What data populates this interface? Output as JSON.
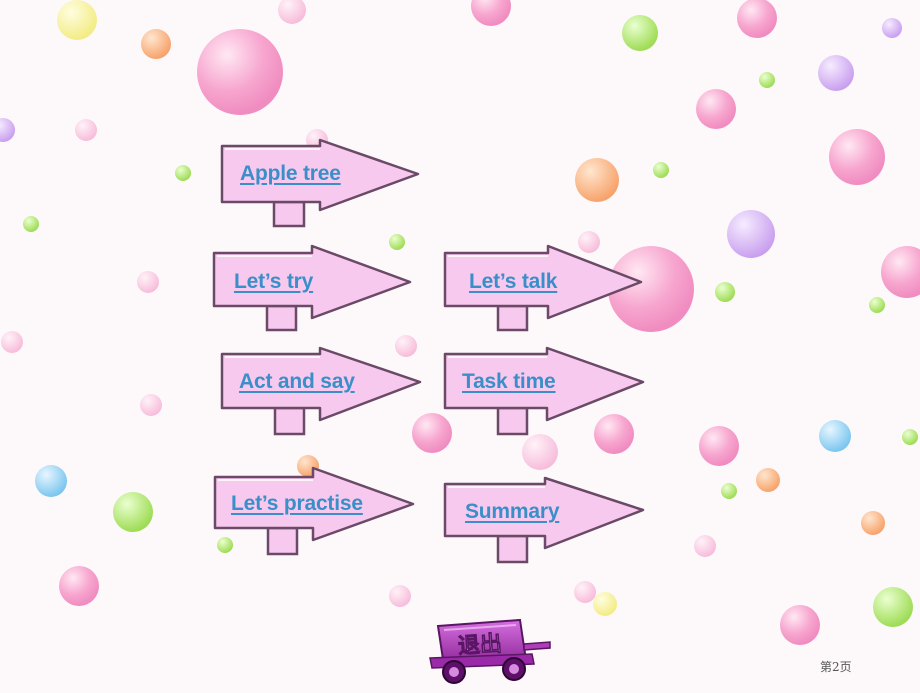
{
  "menu": {
    "items": [
      {
        "id": "apple-tree",
        "label": "Apple tree"
      },
      {
        "id": "lets-try",
        "label": "Let’s try"
      },
      {
        "id": "lets-talk",
        "label": "Let’s talk"
      },
      {
        "id": "act-and-say",
        "label": "Act and say"
      },
      {
        "id": "task-time",
        "label": "Task time"
      },
      {
        "id": "lets-practise",
        "label": "Let’s practise"
      },
      {
        "id": "summary",
        "label": "Summary"
      }
    ]
  },
  "exit": {
    "label": "退出"
  },
  "footer": {
    "page_label": "第2页"
  },
  "colors": {
    "arrow_fill": "#f8c9ee",
    "arrow_stroke": "#6a4a66",
    "link_text": "#3a8fc8",
    "exit_cart": "#b03cb8"
  }
}
